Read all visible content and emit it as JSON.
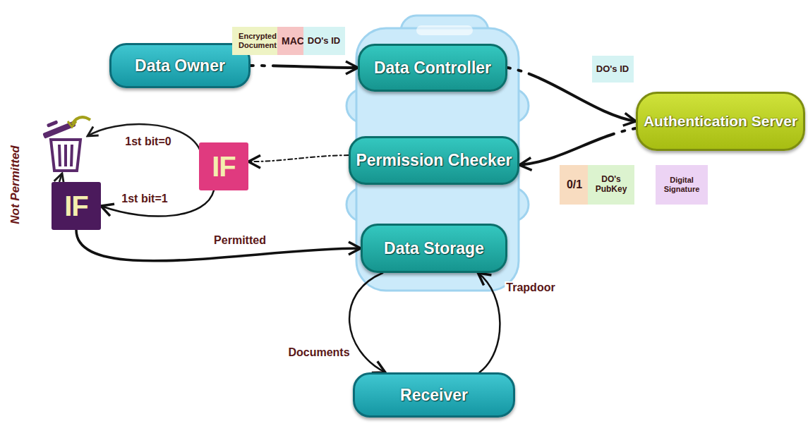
{
  "diagram": {
    "nodes": [
      {
        "text": [
          "Data Owner"
        ]
      },
      {
        "text": [
          "Encrypted Document"
        ]
      },
      {
        "text": [
          "MAC"
        ]
      },
      {
        "text": [
          "DO's ID"
        ]
      },
      {
        "text": [
          "Data Controller"
        ]
      },
      {
        "text": [
          "DO's ID"
        ]
      },
      {
        "text": [
          "Authentication Server"
        ]
      },
      {
        "text": [
          "IF"
        ]
      },
      {
        "text": [
          "Permission Checker"
        ]
      },
      {
        "text": [
          "0/1"
        ]
      },
      {
        "text": [
          "DO's PubKey"
        ]
      },
      {
        "text": [
          "Digital Signature"
        ]
      },
      {
        "text": [
          "IF"
        ]
      },
      {
        "text": [
          "Data Storage"
        ]
      },
      {
        "text": [
          "Receiver"
        ]
      }
    ],
    "edges": [
      {
        "from": 0,
        "to": 4,
        "arrow": "to"
      },
      {
        "from": 4,
        "to": 6,
        "arrow": "to"
      },
      {
        "from": 6,
        "to": 8,
        "arrow": "to"
      },
      {
        "from": 8,
        "to": 7,
        "arrow": "to"
      },
      {
        "from": 7,
        "to": 12,
        "label": "1st bit=1",
        "arrow": "to"
      },
      {
        "from": 12,
        "to": 13,
        "label": "Permitted",
        "arrow": "to"
      },
      {
        "from": 13,
        "to": 14,
        "label": "Documents",
        "arrow": "to"
      },
      {
        "from": 14,
        "to": 13,
        "label": "Trapdoor",
        "arrow": "to"
      }
    ],
    "labels": [
      "1st bit=0",
      "Not Permitted"
    ]
  }
}
